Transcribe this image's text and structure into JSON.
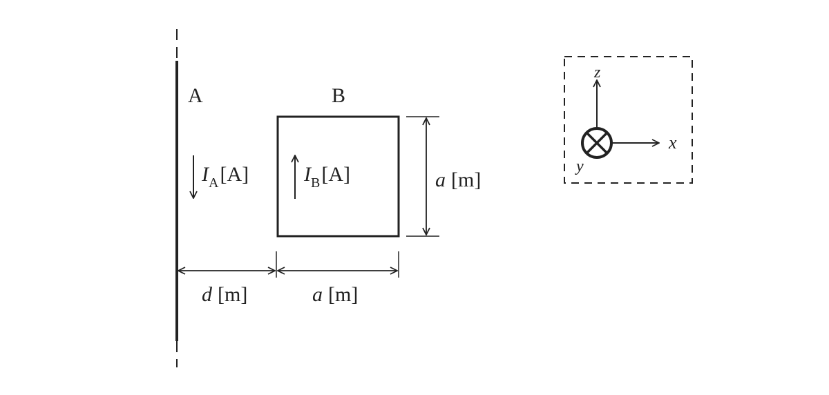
{
  "wire": {
    "label": "A"
  },
  "loop": {
    "label": "B"
  },
  "current_a": {
    "symbol": "I",
    "subscript": "A",
    "unit": "[A]"
  },
  "current_b": {
    "symbol": "I",
    "subscript": "B",
    "unit": "[A]"
  },
  "dim_side": {
    "var": "a",
    "unit": "[m]"
  },
  "dim_d": {
    "var": "d",
    "unit": "[m]"
  },
  "dim_a_bottom": {
    "var": "a",
    "unit": "[m]"
  },
  "axes": {
    "z": "z",
    "x": "x",
    "y": "y"
  }
}
